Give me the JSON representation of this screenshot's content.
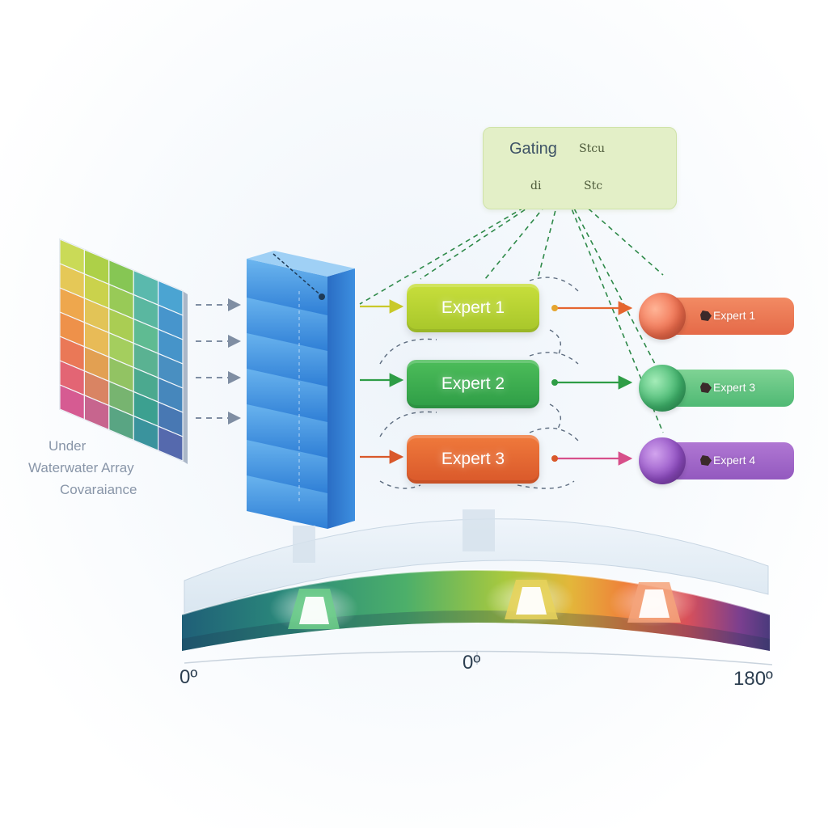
{
  "gating": {
    "title": "Gating",
    "top_tag": "Stcu",
    "bottom_tag": "Stc",
    "left_tag": "di"
  },
  "input": {
    "caption_lines": [
      "Under",
      "Waterwater Array",
      "Covaraiance"
    ]
  },
  "experts": [
    {
      "label": "Expert 1",
      "color": "#b5d12f"
    },
    {
      "label": "Expert 2",
      "color": "#3aae50"
    },
    {
      "label": "Expert 3",
      "color": "#e5652f"
    }
  ],
  "outputs": [
    {
      "label": "Expert 1",
      "color": "#e96f4e"
    },
    {
      "label": "Expert 3",
      "color": "#4db771"
    },
    {
      "label": "Expert 4",
      "color": "#9255c2"
    }
  ],
  "angle_axis": {
    "left_label": "0º",
    "center_label": "0º",
    "right_label": "180º"
  }
}
